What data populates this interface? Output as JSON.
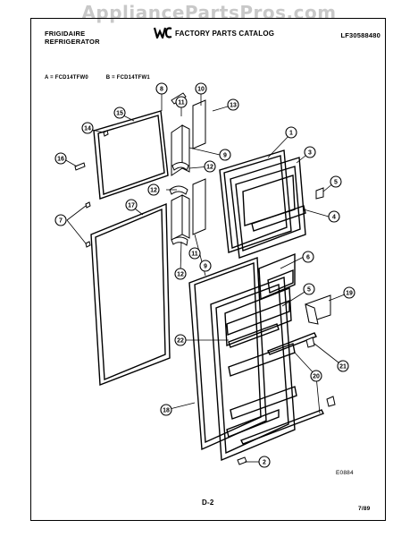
{
  "watermark": "AppliancePartsPros.com",
  "header": {
    "brand_line1": "FRIGIDAIRE",
    "brand_line2": "REFRIGERATOR",
    "catalog": "FACTORY PARTS CATALOG",
    "part_number": "LF30588480"
  },
  "models": {
    "a": "A = FCD14TFW0",
    "b": "B = FCD14TFW1"
  },
  "footer": {
    "code": "E0884",
    "page": "D-2",
    "date": "7/89"
  },
  "callouts": [
    "1",
    "2",
    "3",
    "4",
    "5",
    "5",
    "6",
    "7",
    "8",
    "8",
    "9",
    "9",
    "10",
    "10",
    "11",
    "11",
    "12",
    "12",
    "13",
    "14",
    "15",
    "16",
    "17",
    "18",
    "19",
    "20",
    "21",
    "22"
  ],
  "logo_icon": "wci-logo-icon"
}
